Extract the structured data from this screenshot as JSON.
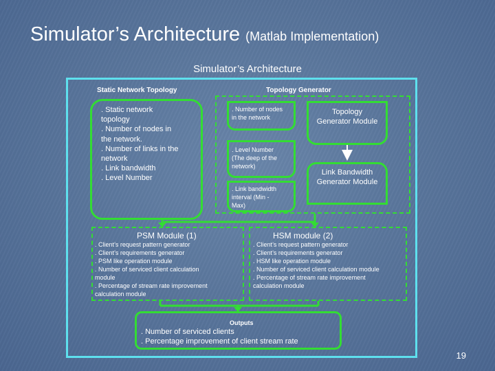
{
  "slide": {
    "title": "Simulator’s Architecture",
    "subtitle": "(Matlab Implementation)",
    "page_number": "19"
  },
  "diagram": {
    "title": "Simulator’s Architecture",
    "static_topology": {
      "header": "Static Network Topology",
      "items": [
        ". Static network",
        "topology",
        ". Number of nodes in",
        "the network.",
        ". Number of links in the",
        "network",
        ". Link bandwidth",
        ". Level Number"
      ]
    },
    "topology_generator": {
      "header": "Topology Generator",
      "input_nodes": [
        ". Number of nodes",
        "in the network"
      ],
      "input_level": [
        ". Level Number",
        "(The deep of the",
        "network)"
      ],
      "input_bandwidth": [
        ". Link bandwidth",
        "interval (Min -",
        "Max)"
      ],
      "topology_module": [
        "Topology",
        "Generator Module"
      ],
      "bandwidth_module": [
        "Link Bandwidth",
        "Generator Module"
      ]
    },
    "psm_module": {
      "title": "PSM Module (1)",
      "lines": [
        ". Client’s request pattern generator",
        ". Client’s requirements generator",
        ". PSM like operation module",
        ". Number of serviced client calculation",
        "module",
        ". Percentage of stream rate improvement",
        "calculation module"
      ]
    },
    "hsm_module": {
      "title": "HSM module (2)",
      "lines": [
        ". Client’s request pattern generator",
        ". Client’s requirements generator",
        ". HSM like operation module",
        ". Number of serviced client calculation module",
        ". Percentage of stream rate improvement",
        "calculation module"
      ]
    },
    "outputs": {
      "header": "Outputs",
      "lines": [
        ". Number of serviced clients",
        ". Percentage improvement of client stream rate"
      ]
    }
  },
  "colors": {
    "background": "#5a769c",
    "frame": "#5ee0ee",
    "box": "#33dd33",
    "text": "#ffffff"
  }
}
